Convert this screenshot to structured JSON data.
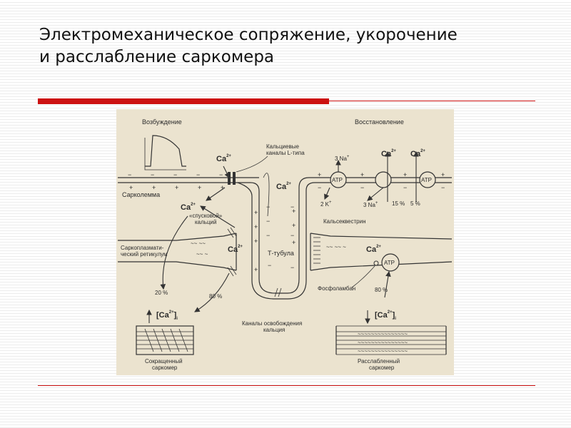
{
  "slide": {
    "title_line1": "Электромеханическое сопряжение, укорочение",
    "title_line2": "и расслабление саркомера"
  },
  "colors": {
    "accent": "#cc1111",
    "figure_bg": "#ebe3cf",
    "ink": "#333333"
  },
  "diagram": {
    "excitation": "Возбуждение",
    "recovery": "Восстановление",
    "ca_channels": [
      "Кальциевые",
      "каналы L-типа"
    ],
    "sarcolemma": "Сарколемма",
    "trigger_calcium": [
      "«спусковой»",
      "кальций"
    ],
    "sr": [
      "Саркоплазмати-",
      "ческий ретикулум"
    ],
    "t_tubule": "Т-тубула",
    "calsequestrin": "Кальсеквестрин",
    "phospholamban": "Фосфоламбан",
    "release_channels": [
      "Каналы освобождения",
      "кальция"
    ],
    "contracted": [
      "Сокращенный",
      "саркомер"
    ],
    "relaxed": [
      "Расслабленный",
      "саркомер"
    ],
    "ion_ca": "Ca",
    "charge_2plus": "2+",
    "plus": "+",
    "minus": "−",
    "atp": "ATP",
    "na3": "3 Na",
    "k2": "2 K",
    "pct_20": "20 %",
    "pct_80": "80 %",
    "pct_15": "15 %",
    "pct_5": "5 %",
    "ca_i": "[Ca",
    "ca_i_close": "]",
    "sub_i": "i"
  }
}
